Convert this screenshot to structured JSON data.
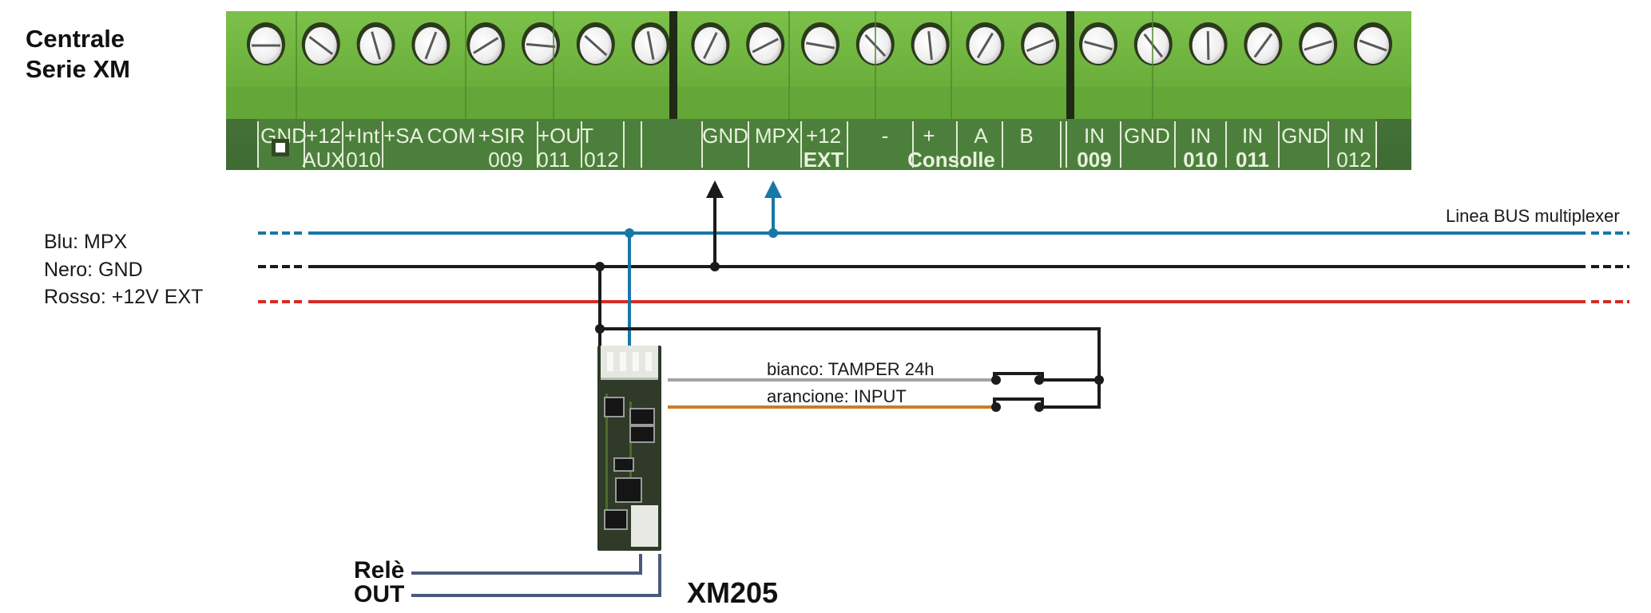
{
  "title": {
    "line1": "Centrale",
    "line2": "Serie XM"
  },
  "board": {
    "screw_count": 21,
    "terminal_labels_top": [
      "GND",
      "+12",
      "+Int",
      "+SA",
      "COM",
      "+SIR",
      "+OUT",
      "GND",
      "MPX",
      "+12",
      "-",
      "+",
      "A",
      "B",
      "IN",
      "GND",
      "IN",
      "IN",
      "GND",
      "IN"
    ],
    "terminal_labels_bottom": [
      "AUX",
      "010",
      "009",
      "011",
      "012",
      "EXT",
      "Consolle",
      "009",
      "010",
      "011",
      "012"
    ],
    "colors": {
      "green": "#6fb13f",
      "pcb": "#4a7a3a"
    }
  },
  "bus": {
    "label": "Linea BUS multiplexer",
    "wires": [
      {
        "label": "Blu: MPX",
        "color": "#1778a8"
      },
      {
        "label": "Nero: GND",
        "color": "#1b1b1b"
      },
      {
        "label": "Rosso: +12V EXT",
        "color": "#d52b24"
      }
    ]
  },
  "module": {
    "name": "XM205",
    "wires": [
      {
        "label": "bianco: TAMPER 24h",
        "color": "#a3a3a3"
      },
      {
        "label": "arancione: INPUT",
        "color": "#c97d26"
      }
    ],
    "outputs": [
      {
        "label": "Relè",
        "color": "#4b5a7a"
      },
      {
        "label": "OUT",
        "color": "#4b5a7a"
      }
    ]
  }
}
